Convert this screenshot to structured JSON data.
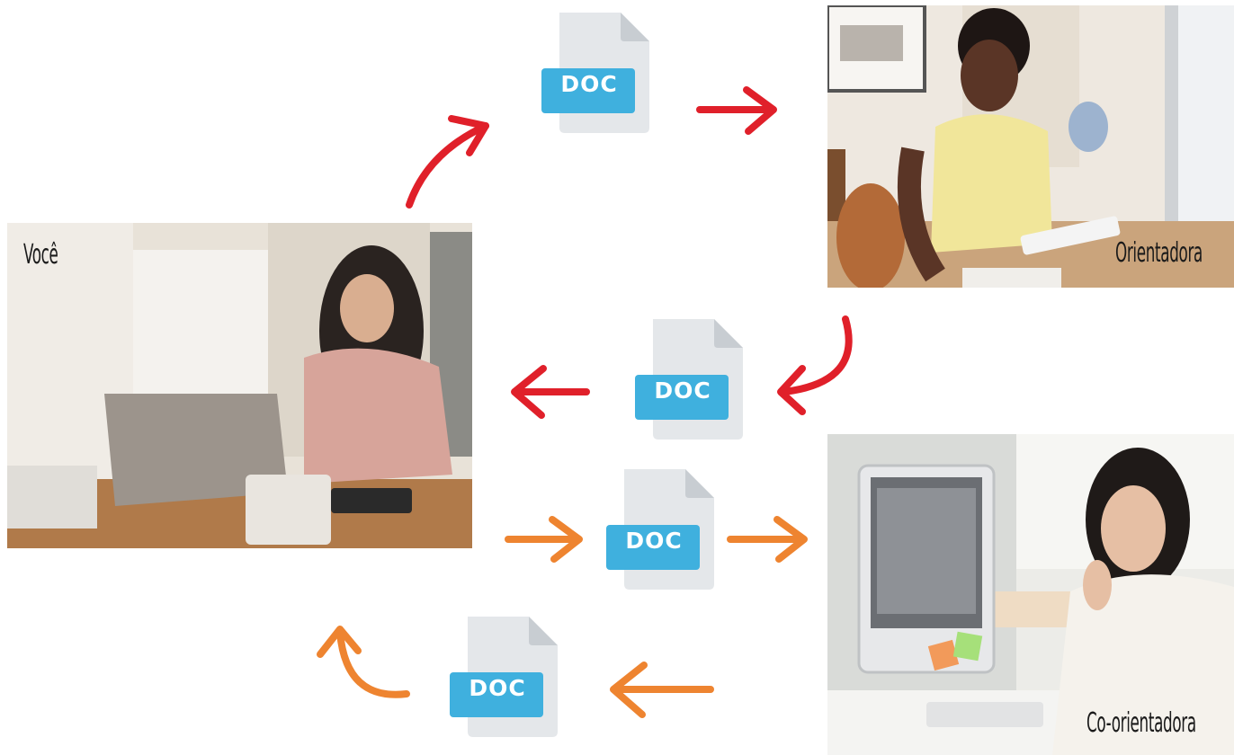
{
  "nodes": {
    "voce": {
      "label": "Você"
    },
    "orientadora": {
      "label": "Orientadora"
    },
    "coorientadora": {
      "label": "Co-orientadora"
    }
  },
  "doc_icon": {
    "text": "DOC",
    "page_color": "#e4e7ea",
    "fold_color": "#c8cdd2",
    "badge_color": "#3fb0de"
  },
  "arrow_colors": {
    "orientadora_loop": "#e0202a",
    "coorientadora_loop": "#ee8430"
  }
}
